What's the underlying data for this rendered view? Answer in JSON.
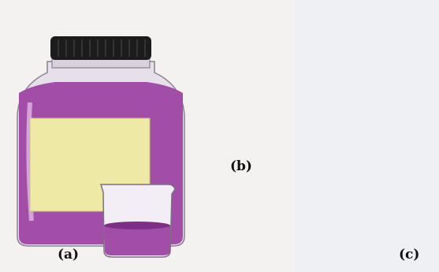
{
  "panels": [
    {
      "id": "a",
      "label": "(a)"
    },
    {
      "id": "b",
      "label": "(b)"
    },
    {
      "id": "c",
      "label": "(c)"
    }
  ],
  "colors": {
    "liquid": "#a24ea9",
    "liquid_dark": "#7d2f86",
    "bottle_cap": "#1c1c1c",
    "bottle_label": "#efe9a6",
    "pipette_bulb": "#7bbf5a",
    "flask_stopper": "#8fd06a",
    "eye_iris": "#2f78c7",
    "background": "#f4f2f0"
  },
  "icons": [
    "hand-icon",
    "eye-icon"
  ]
}
